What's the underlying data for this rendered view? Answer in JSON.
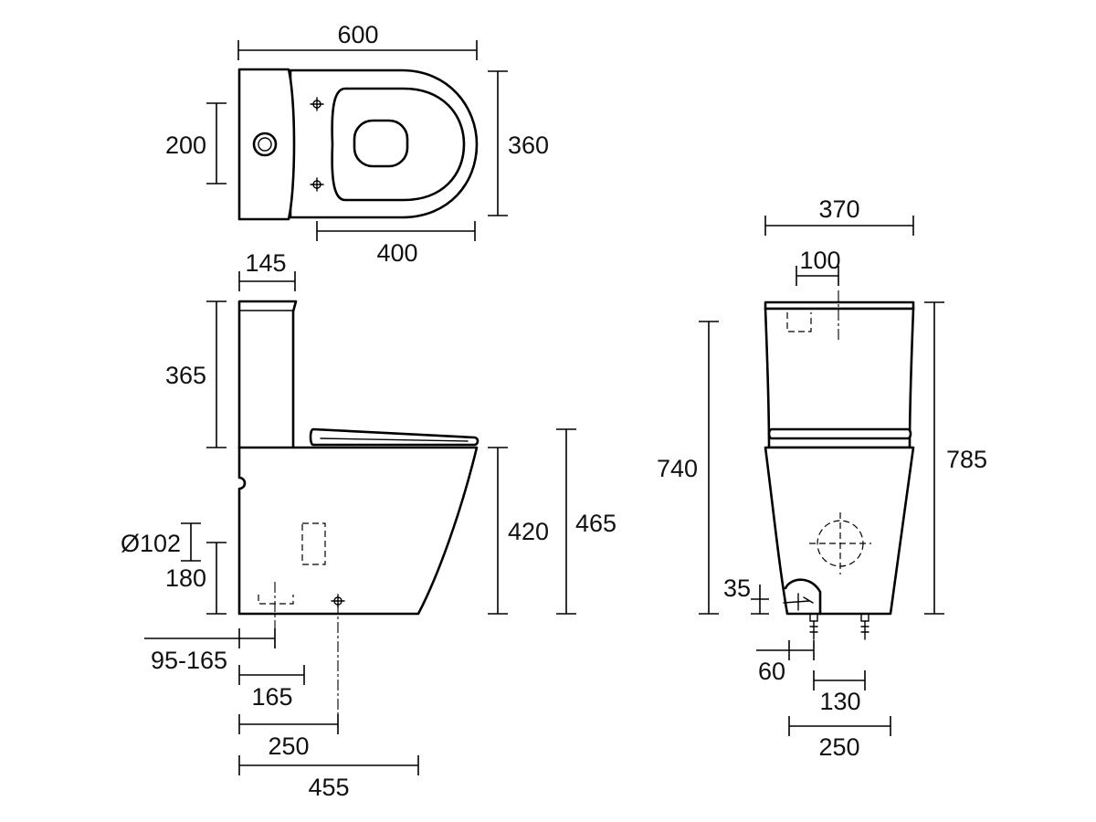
{
  "dimensions": {
    "top_overall_length": "600",
    "top_cistern_width": "200",
    "top_depth": "360",
    "top_bowl_length": "400",
    "side_cistern_depth": "145",
    "side_cistern_height": "365",
    "side_waste_diameter": "Ø102",
    "side_waste_height": "180",
    "side_seat_height": "420",
    "side_seat_top_height": "465",
    "side_outlet_range": "95-165",
    "side_outlet_165": "165",
    "side_fixing_250": "250",
    "side_base_455": "455",
    "front_width": "370",
    "front_button_100": "100",
    "front_height_740": "740",
    "front_height_785": "785",
    "front_inlet_35": "35",
    "front_inlet_60": "60",
    "front_fixing_130": "130",
    "front_fixing_250": "250"
  }
}
